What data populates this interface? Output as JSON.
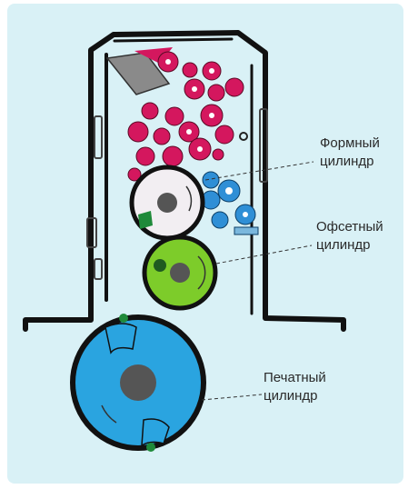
{
  "diagram": {
    "colors": {
      "background": "#d9f1f6",
      "frame": "#111111",
      "ink_rollers": "#d4175e",
      "dampening_rollers": "#2f8fd6",
      "plate_cylinder": "#f2eef2",
      "blanket_cylinder": "#7dcc2a",
      "impression_cylinder": "#2aa4e0",
      "hub": "#555555",
      "gripper": "#1f8a3a"
    },
    "labels": {
      "plate_cylinder": {
        "line1": "Формный",
        "line2": "цилиндр"
      },
      "blanket_cylinder": {
        "line1": "Офсетный",
        "line2": "цилиндр"
      },
      "impression_cylinder": {
        "line1": "Печатный",
        "line2": "цилиндр"
      }
    }
  }
}
